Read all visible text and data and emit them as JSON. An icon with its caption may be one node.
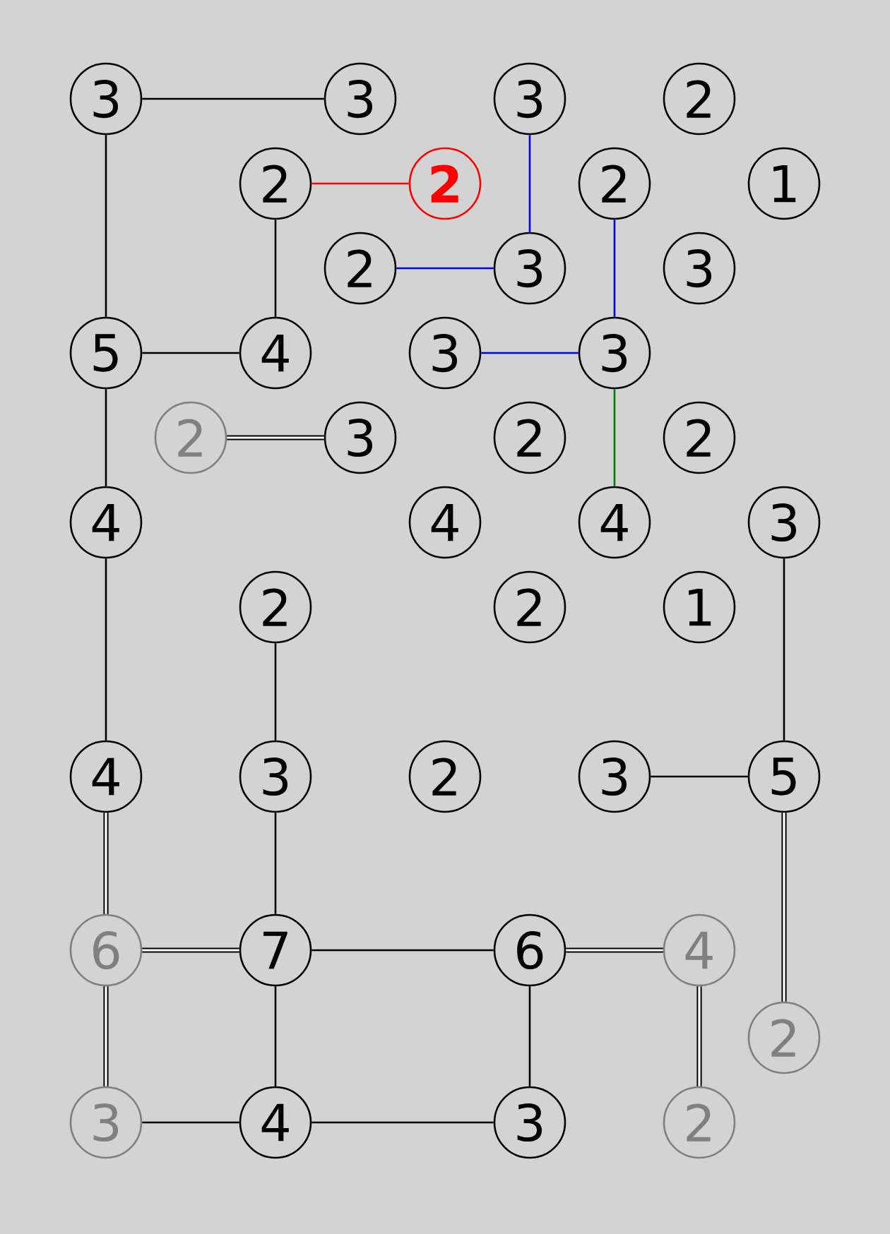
{
  "diagram": {
    "nodes": [
      {
        "text": [
          "3"
        ]
      },
      {
        "text": [
          "3"
        ]
      },
      {
        "text": [
          "3"
        ]
      },
      {
        "text": [
          "2"
        ]
      },
      {
        "text": [
          "2"
        ]
      },
      {
        "text": [
          "2"
        ]
      },
      {
        "text": [
          "2"
        ]
      },
      {
        "text": [
          "1"
        ]
      },
      {
        "text": [
          "2"
        ]
      },
      {
        "text": [
          "3"
        ]
      },
      {
        "text": [
          "3"
        ]
      },
      {
        "text": [
          "5"
        ]
      },
      {
        "text": [
          "4"
        ]
      },
      {
        "text": [
          "3"
        ]
      },
      {
        "text": [
          "3"
        ]
      },
      {
        "text": [
          "2"
        ]
      },
      {
        "text": [
          "3"
        ]
      },
      {
        "text": [
          "2"
        ]
      },
      {
        "text": [
          "2"
        ]
      },
      {
        "text": [
          "4"
        ]
      },
      {
        "text": [
          "4"
        ]
      },
      {
        "text": [
          "4"
        ]
      },
      {
        "text": [
          "3"
        ]
      },
      {
        "text": [
          "2"
        ]
      },
      {
        "text": [
          "2"
        ]
      },
      {
        "text": [
          "1"
        ]
      },
      {
        "text": [
          "4"
        ]
      },
      {
        "text": [
          "3"
        ]
      },
      {
        "text": [
          "2"
        ]
      },
      {
        "text": [
          "3"
        ]
      },
      {
        "text": [
          "5"
        ]
      },
      {
        "text": [
          "6"
        ]
      },
      {
        "text": [
          "7"
        ]
      },
      {
        "text": [
          "6"
        ]
      },
      {
        "text": [
          "4"
        ]
      },
      {
        "text": [
          "2"
        ]
      },
      {
        "text": [
          "3"
        ]
      },
      {
        "text": [
          "4"
        ]
      },
      {
        "text": [
          "3"
        ]
      },
      {
        "text": [
          "2"
        ]
      }
    ],
    "edges": [
      {
        "from": 0,
        "to": 1,
        "arrow": "none"
      },
      {
        "from": 0,
        "to": 11,
        "arrow": "none"
      },
      {
        "from": 4,
        "to": 5,
        "arrow": "none",
        "color": "#ff0000"
      },
      {
        "from": 4,
        "to": 12,
        "arrow": "none"
      },
      {
        "from": 2,
        "to": 9,
        "arrow": "none",
        "color": "#0000ff"
      },
      {
        "from": 8,
        "to": 9,
        "arrow": "none",
        "color": "#0000ff"
      },
      {
        "from": 6,
        "to": 14,
        "arrow": "none",
        "color": "#0000ff"
      },
      {
        "from": 11,
        "to": 12,
        "arrow": "none"
      },
      {
        "from": 13,
        "to": 14,
        "arrow": "none",
        "color": "#0000ff"
      },
      {
        "from": 14,
        "to": 21,
        "arrow": "none",
        "color": "#008000"
      },
      {
        "from": 11,
        "to": 19,
        "arrow": "none"
      },
      {
        "from": 15,
        "to": 16,
        "arrow": "none",
        "style": "thick"
      },
      {
        "from": 19,
        "to": 26,
        "arrow": "none"
      },
      {
        "from": 23,
        "to": 27,
        "arrow": "none"
      },
      {
        "from": 22,
        "to": 30,
        "arrow": "none"
      },
      {
        "from": 29,
        "to": 30,
        "arrow": "none"
      },
      {
        "from": 26,
        "to": 31,
        "arrow": "none",
        "style": "thick"
      },
      {
        "from": 30,
        "to": 35,
        "arrow": "none",
        "style": "thick"
      },
      {
        "from": 31,
        "to": 32,
        "arrow": "none",
        "style": "thick"
      },
      {
        "from": 32,
        "to": 33,
        "arrow": "none"
      },
      {
        "from": 33,
        "to": 34,
        "arrow": "none",
        "style": "thick"
      },
      {
        "from": 34,
        "to": 39,
        "arrow": "none",
        "style": "thick"
      },
      {
        "from": 31,
        "to": 36,
        "arrow": "none",
        "style": "thick"
      },
      {
        "from": 27,
        "to": 32,
        "arrow": "none"
      },
      {
        "from": 32,
        "to": 37,
        "arrow": "none"
      },
      {
        "from": 36,
        "to": 37,
        "arrow": "none"
      },
      {
        "from": 37,
        "to": 38,
        "arrow": "none"
      },
      {
        "from": 33,
        "to": 38,
        "arrow": "none"
      }
    ]
  }
}
